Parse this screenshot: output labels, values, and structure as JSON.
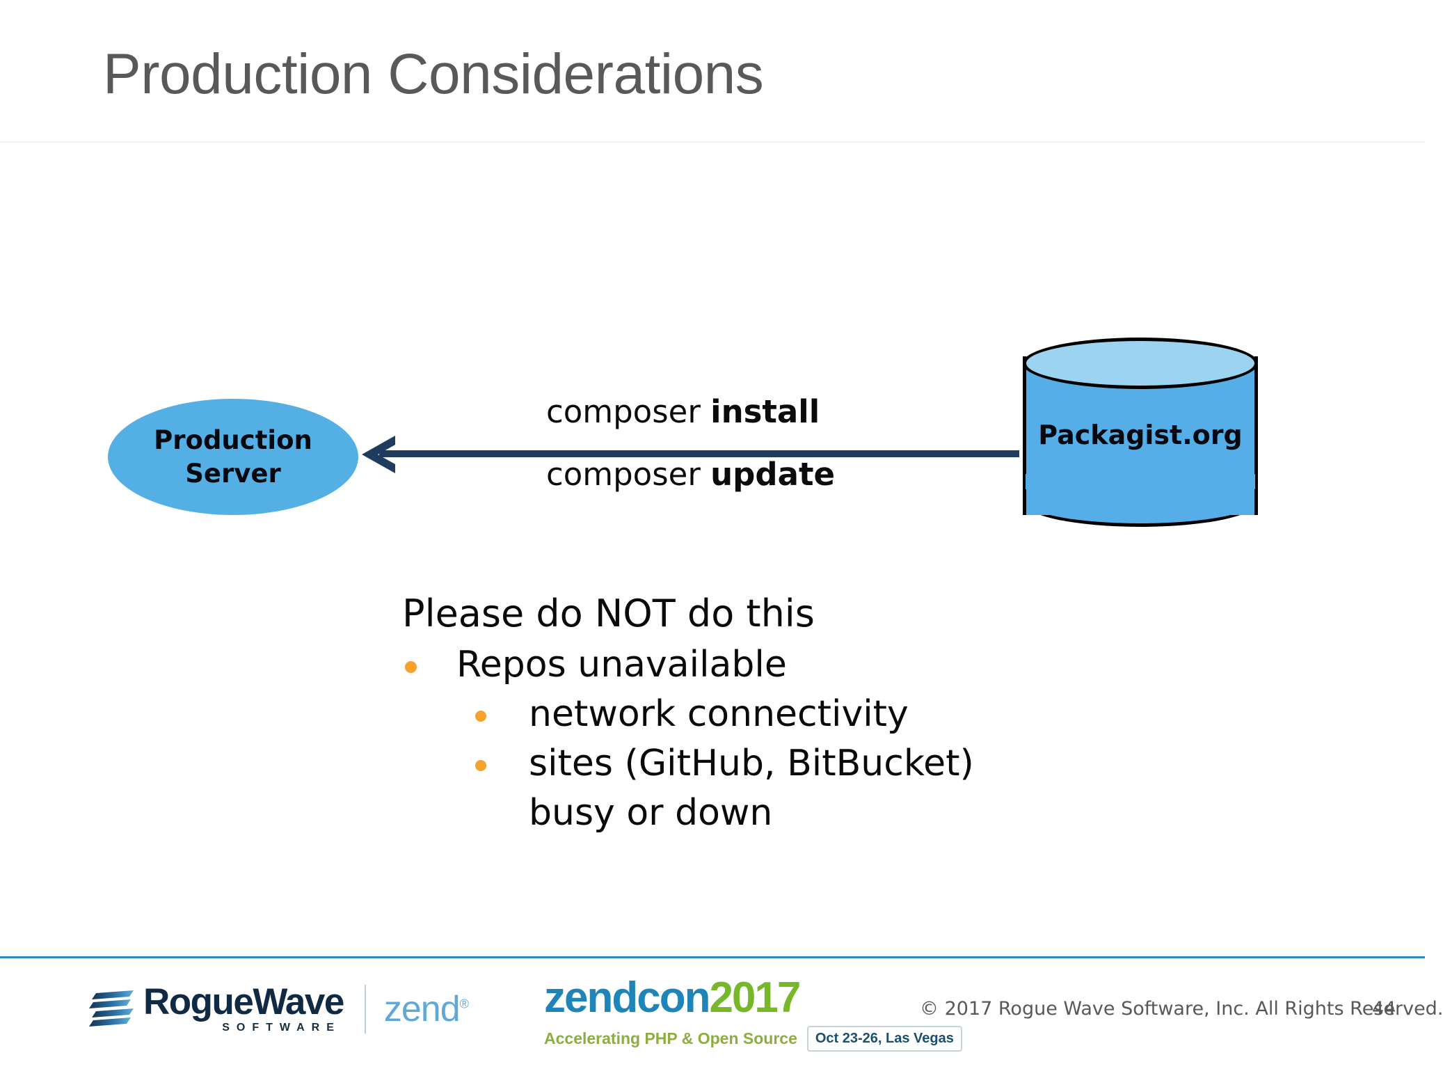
{
  "slide": {
    "title": "Production Considerations",
    "page_number": "44"
  },
  "diagram": {
    "server_node": {
      "line1": "Production",
      "line2": "Server"
    },
    "repository_node": {
      "label": "Packagist.org"
    },
    "arrow": {
      "direction": "right-to-left",
      "label_top_plain": "composer ",
      "label_top_bold": "install",
      "label_bottom_plain": "composer ",
      "label_bottom_bold": "update"
    }
  },
  "body": {
    "heading": "Please do NOT do this",
    "bullets": [
      {
        "level": 1,
        "text": "Repos unavailable"
      },
      {
        "level": 2,
        "text": "network connectivity"
      },
      {
        "level": 2,
        "text": "sites (GitHub, BitBucket)"
      },
      {
        "level": 2,
        "continuation": true,
        "text": "busy or down"
      }
    ]
  },
  "footer": {
    "rogue_wave": {
      "name": "RogueWave",
      "subtitle": "SOFTWARE",
      "partner": "zend",
      "partner_tm": "®"
    },
    "zendcon": {
      "name": "zendcon",
      "year": "2017",
      "tagline": "Accelerating PHP & Open Source",
      "date_badge": "Oct 23-26, Las Vegas"
    },
    "copyright": "© 2017 Rogue Wave Software, Inc. All Rights Reserved."
  },
  "colors": {
    "title_grey": "#595959",
    "node_blue": "#54B0E4",
    "cylinder_body": "#55AEE8",
    "cylinder_top": "#9BD3F0",
    "arrow_navy": "#1F3C5F",
    "bullet_orange": "#F5A12C",
    "footer_rule_blue": "#2E86C8",
    "zendcon_blue": "#1F84B8",
    "zendcon_green": "#76B82A",
    "rogue_wave_navy": "#112A43",
    "zend_blue": "#5FA8D8"
  }
}
